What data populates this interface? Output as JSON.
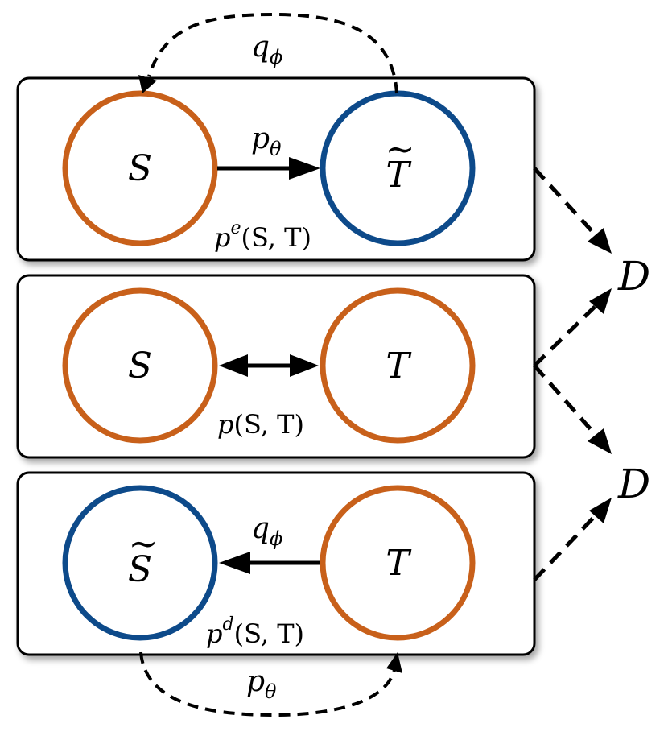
{
  "top_panel": {
    "source_node": {
      "label": "S",
      "color": "#C8601A"
    },
    "target_node": {
      "label": "T",
      "tilde": true,
      "color": "#0D4A8A"
    },
    "forward_edge_label": {
      "base": "p",
      "sub": "θ"
    },
    "feedback_edge_label": {
      "base": "q",
      "sub": "ϕ"
    },
    "distribution_label": {
      "base": "p",
      "sup": "e",
      "args": "(S, T)"
    }
  },
  "middle_panel": {
    "source_node": {
      "label": "S",
      "color": "#C8601A"
    },
    "target_node": {
      "label": "T",
      "color": "#C8601A"
    },
    "distribution_label": {
      "base": "p",
      "args": "(S, T)"
    }
  },
  "bottom_panel": {
    "source_node": {
      "label": "S",
      "tilde": true,
      "color": "#0D4A8A"
    },
    "target_node": {
      "label": "T",
      "color": "#C8601A"
    },
    "backward_edge_label": {
      "base": "q",
      "sub": "ϕ"
    },
    "feedback_edge_label": {
      "base": "p",
      "sub": "θ"
    },
    "distribution_label": {
      "base": "p",
      "sup": "d",
      "args": "(S, T)"
    }
  },
  "discriminators": [
    {
      "label": "D"
    },
    {
      "label": "D"
    }
  ]
}
